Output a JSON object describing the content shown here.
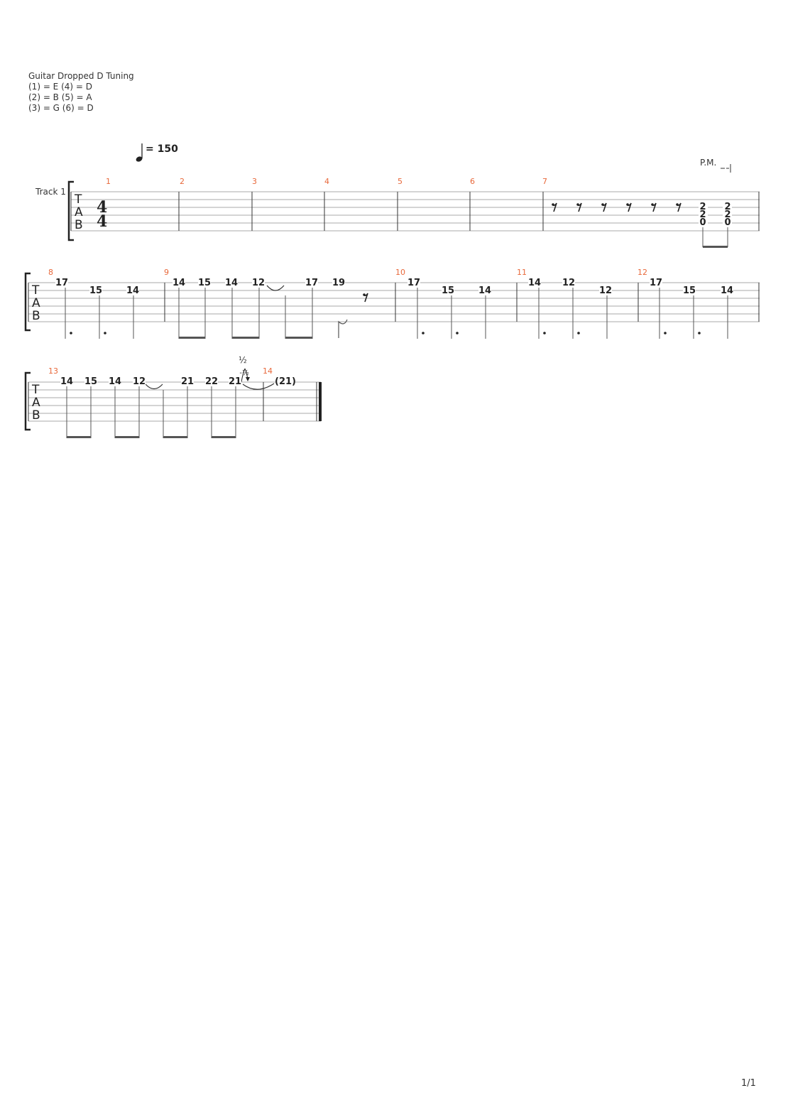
{
  "header": {
    "instrument": "Guitar Dropped D Tuning",
    "tuning_lines": [
      "(1) = E (4) = D",
      "(2) = B (5) = A",
      "(3) = G (6) = D"
    ]
  },
  "tempo": {
    "value": "= 150"
  },
  "track": {
    "name": "Track 1"
  },
  "time_signature": {
    "top": "4",
    "bottom": "4"
  },
  "tab_clef": [
    "T",
    "A",
    "B"
  ],
  "technique": {
    "palm_mute": "P.M."
  },
  "bend": {
    "amount": "½",
    "release": "-½"
  },
  "bars": [
    "1",
    "2",
    "3",
    "4",
    "5",
    "6",
    "7",
    "8",
    "9",
    "10",
    "11",
    "12",
    "13",
    "14"
  ],
  "notes": {
    "bar7": [
      "2",
      "2",
      "0",
      "2",
      "2",
      "0"
    ],
    "bar8": [
      "17",
      "15",
      "14"
    ],
    "bar9": [
      "14",
      "15",
      "14",
      "12",
      "17",
      "19"
    ],
    "bar10": [
      "17",
      "15",
      "14"
    ],
    "bar11": [
      "14",
      "12",
      "12"
    ],
    "bar12": [
      "17",
      "15",
      "14"
    ],
    "bar13": [
      "14",
      "15",
      "14",
      "12",
      "21",
      "22",
      "21"
    ],
    "bar14": [
      "(21)"
    ]
  },
  "footer": {
    "page": "1/1"
  }
}
